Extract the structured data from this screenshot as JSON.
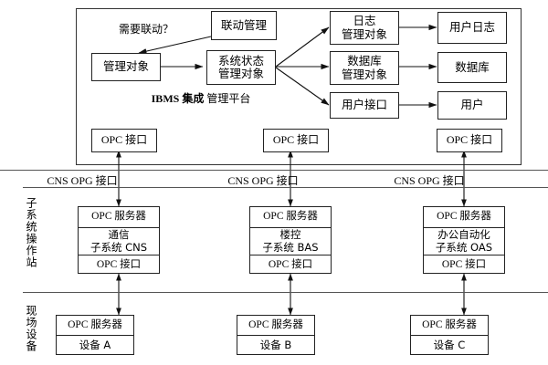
{
  "diagram": {
    "title_note": "IBMS integrated management platform architecture",
    "ibms": {
      "platform_label_line1": "IBMS 集成",
      "platform_label_line2": "管理平台",
      "question_label": "需要联动？",
      "nodes": {
        "linkage_mgmt": "联动管理",
        "managed_object": "管理对象",
        "sys_state_mo_line1": "系统状态",
        "sys_state_mo_line2": "管理对象",
        "log_mo_line1": "日志",
        "log_mo_line2": "管理对象",
        "db_mo_line1": "数据库",
        "db_mo_line2": "管理对象",
        "user_interface": "用户接口",
        "user_log": "用户日志",
        "database": "数据库",
        "user": "用户"
      },
      "opc_interfaces": [
        "OPC 接口",
        "OPC 接口",
        "OPC 接口"
      ]
    },
    "bus": {
      "labels": [
        "CNS OPG 接口",
        "CNS OPG 接口",
        "CNS OPG 接口"
      ]
    },
    "subsystem_band": {
      "side_label": "子系统操作站",
      "stations": [
        {
          "server": "OPC 服务器",
          "name_line1": "通信",
          "name_line2": "子系统 CNS",
          "interface": "OPC 接口"
        },
        {
          "server": "OPC 服务器",
          "name_line1": "楼控",
          "name_line2": "子系统 BAS",
          "interface": "OPC 接口"
        },
        {
          "server": "OPC 服务器",
          "name_line1": "办公自动化",
          "name_line2": "子系统 OAS",
          "interface": "OPC 接口"
        }
      ]
    },
    "field_band": {
      "side_label": "现场设备",
      "devices": [
        {
          "server": "OPC 服务器",
          "name": "设备 A"
        },
        {
          "server": "OPC 服务器",
          "name": "设备 B"
        },
        {
          "server": "OPC 服务器",
          "name": "设备 C"
        }
      ]
    },
    "colors": {
      "line": "#333333",
      "bus_line": "#555555",
      "text": "#000000",
      "background": "#ffffff"
    }
  }
}
